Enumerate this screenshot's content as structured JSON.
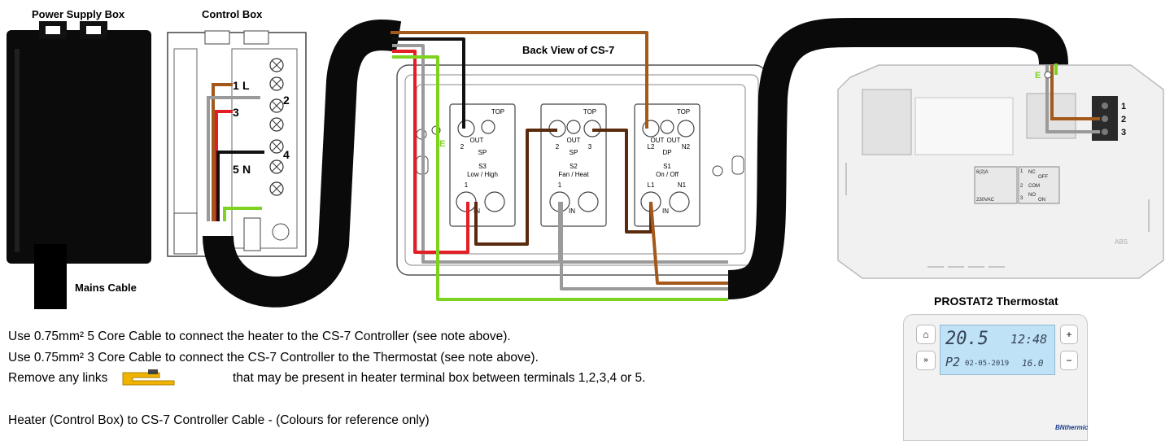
{
  "headers": {
    "power_supply_box": "Power Supply Box",
    "control_box": "Control Box",
    "back_view": "Back View of CS-7",
    "mains_cable": "Mains Cable",
    "thermostat": "PROSTAT2 Thermostat"
  },
  "control_box_terminals": {
    "t1": "1",
    "tL": "L",
    "t2": "2",
    "t3": "3",
    "t4": "4",
    "t5": "5",
    "tN": "N"
  },
  "earth_labels": {
    "cs7_e": "E",
    "thermo_e": "E"
  },
  "switches": [
    {
      "top": "TOP",
      "out_left": "OUT",
      "t_left": "2",
      "pole": "SP",
      "name": "S3",
      "func": "Low / High",
      "t_bottom": "1",
      "in": "IN"
    },
    {
      "top": "TOP",
      "out_left": "OUT",
      "t_left": "2",
      "t_right": "3",
      "pole": "SP",
      "name": "S2",
      "func": "Fan / Heat",
      "t_bottom": "1",
      "in": "IN"
    },
    {
      "top": "TOP",
      "out_left": "OUT",
      "out_right": "OUT",
      "t_left": "L2",
      "t_right": "N2",
      "pole": "DP",
      "name": "S1",
      "func": "On / Off",
      "t_bottom": "L1",
      "t_bottom_right": "N1",
      "in": "IN"
    }
  ],
  "thermostat_base": {
    "terminals": [
      "1",
      "2",
      "3"
    ],
    "label_rating": "6(2)A",
    "label_voltage": "230VAC",
    "label_nc": "NC",
    "label_off": "OFF",
    "label_com": "COM",
    "label_no": "NO",
    "label_on": "ON",
    "label_abs": "ABS"
  },
  "thermostat_display": {
    "temp": "20.5",
    "time": "12:48",
    "program": "P2",
    "date": "02-05-2019",
    "setpoint": "16.0",
    "brand": "BNthermic"
  },
  "notes": {
    "line1": "Use 0.75mm² 5 Core Cable to connect the heater to the CS-7 Controller (see note above).",
    "line2": "Use 0.75mm² 3 Core Cable to connect the CS-7 Controller to the Thermostat (see note above).",
    "line3_before": "Remove any links",
    "line3_after": "that may be present in heater terminal box between terminals 1,2,3,4 or 5.",
    "line4": "Heater (Control Box) to CS-7 Controller Cable - (Colours for reference only)"
  },
  "wire_colors": {
    "brown": "#a3581c",
    "grey": "#9a9a9a",
    "red": "#e31e24",
    "black": "#111111",
    "green_yellow": "#7ed321",
    "dark_brown": "#5a2a0c",
    "cable": "#0a0a0a",
    "link": "#f0b400"
  }
}
